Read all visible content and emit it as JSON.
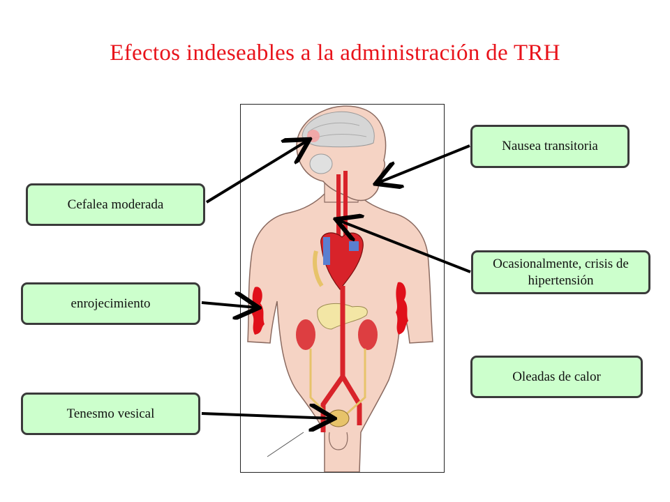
{
  "title": "Efectos indeseables a la administración de TRH",
  "labels": {
    "cefalea": "Cefalea moderada",
    "enrojecimiento": "enrojecimiento",
    "tenesmo": "Tenesmo vesical",
    "nausea": "Nausea transitoria",
    "crisis": "Ocasionalmente, crisis de hipertensión",
    "oleadas": "Oleadas de calor"
  },
  "colors": {
    "title": "#e8131b",
    "box_fill": "#ccffcc",
    "box_border": "#3a3a3a",
    "skin": "#f5d3c4",
    "artery": "#d8232a",
    "vein": "#5a7fd0",
    "rash": "#e0101a",
    "arrow": "#000000"
  }
}
